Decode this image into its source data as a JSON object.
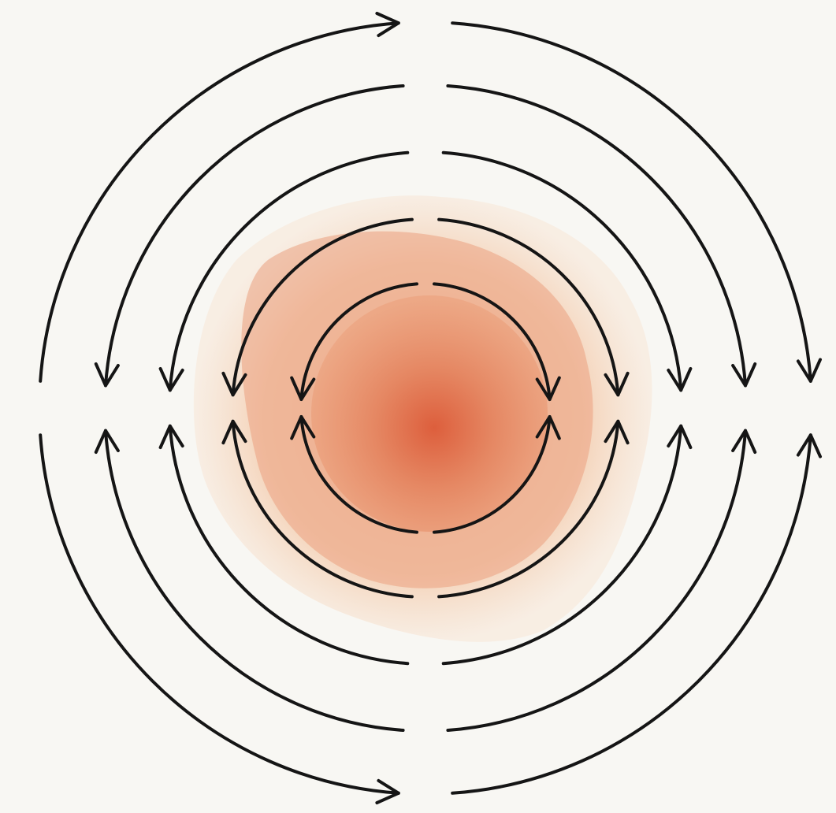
{
  "colors": {
    "background": "#f8f7f3",
    "ink": "#151515",
    "wash_outer": "#f4c9a6",
    "wash_inner": "#e9906c",
    "wash_core": "#dc5a38"
  },
  "rings": [
    {
      "index": 1,
      "label": ""
    },
    {
      "index": 2,
      "label": ""
    },
    {
      "index": 3,
      "label": ""
    },
    {
      "index": 4,
      "label": ""
    },
    {
      "index": 5,
      "label": ""
    }
  ]
}
